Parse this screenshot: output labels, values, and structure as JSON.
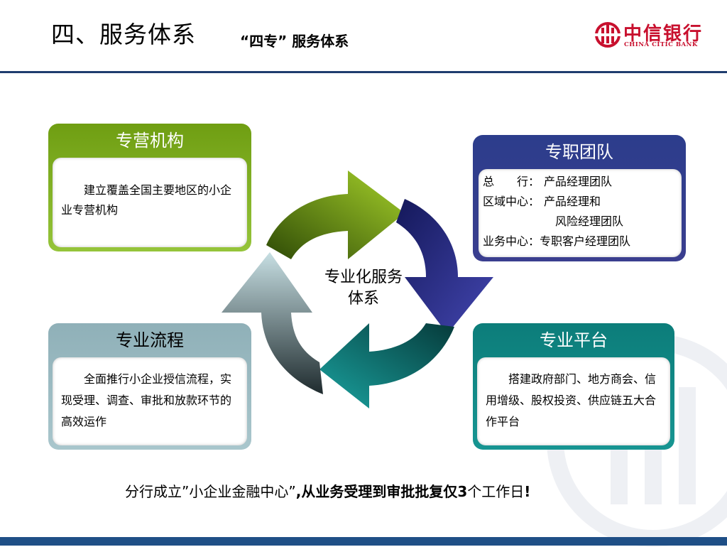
{
  "header": {
    "title": "四、服务体系",
    "subtitle": "“四专” 服务体系",
    "logo_cn": "中信银行",
    "logo_en": "CHINA CITIC BANK"
  },
  "center": {
    "line1": "专业化服务",
    "line2": "体系"
  },
  "boxes": {
    "top_left": {
      "title": "专营机构",
      "text": "建立覆盖全国主要地区的小企业专营机构"
    },
    "top_right": {
      "title": "专职团队",
      "rows": [
        {
          "key": "总　　行：",
          "value": "产品经理团队"
        },
        {
          "key": "区域中心：",
          "value": "产品经理和"
        },
        {
          "key": "",
          "value": "风险经理团队"
        },
        {
          "key": "业务中心：",
          "value": "专职客户经理团队"
        }
      ]
    },
    "bottom_left": {
      "title": "专业流程",
      "text": "全面推行小企业授信流程，实现受理、调查、审批和放款环节的高效运作"
    },
    "bottom_right": {
      "title": "专业平台",
      "text": "搭建政府部门、地方商会、信用增级、股权投资、供应链五大合作平台"
    }
  },
  "footer": {
    "part1": "分行成立”小企业金融中心”",
    "part2": ",从业务受理到审批批复仅",
    "number": "3",
    "part3": "个工作日",
    "part4": "!"
  },
  "colors": {
    "green": "#7fae1f",
    "navy": "#2e2f86",
    "grey": "#9fbec4",
    "teal": "#128a88",
    "brand_red": "#c8102e",
    "header_line": "#1f3c6e"
  }
}
